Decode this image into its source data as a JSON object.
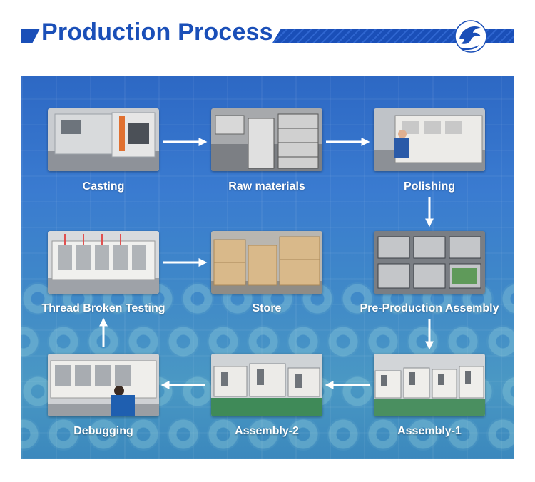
{
  "header": {
    "title": "Production Process",
    "accent_color": "#1a4fb8"
  },
  "steps": [
    {
      "label": "Casting",
      "icon": "casting-machine-photo"
    },
    {
      "label": "Raw materials",
      "icon": "raw-materials-photo"
    },
    {
      "label": "Polishing",
      "icon": "polishing-photo"
    },
    {
      "label": "Pre-Production Assembly",
      "icon": "pre-assembly-photo"
    },
    {
      "label": "Store",
      "icon": "store-photo"
    },
    {
      "label": "Thread Broken Testing",
      "icon": "thread-testing-photo"
    },
    {
      "label": "Debugging",
      "icon": "debugging-photo"
    },
    {
      "label": "Assembly-2",
      "icon": "assembly-2-photo"
    },
    {
      "label": "Assembly-1",
      "icon": "assembly-1-photo"
    }
  ],
  "arrow_color": "#ffffff"
}
